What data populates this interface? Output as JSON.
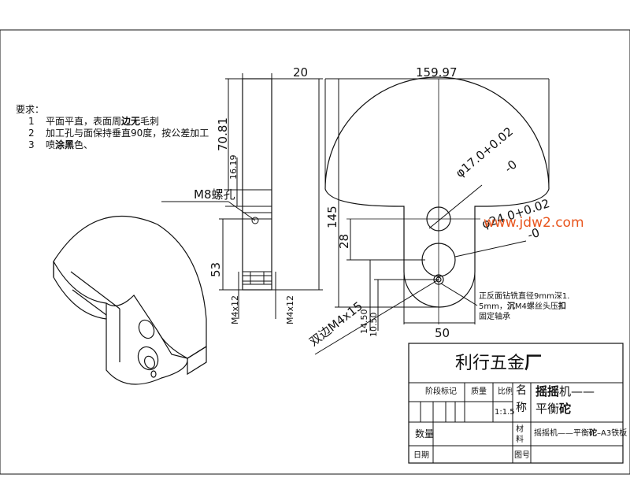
{
  "requirements": {
    "heading": "要求：",
    "items": [
      {
        "num": "1",
        "text_a": "平面平直，表面周",
        "text_b": "边无",
        "text_c": "毛刺"
      },
      {
        "num": "2",
        "text_a": "加工孔与面保持垂直90度，按公差加工",
        "text_b": "",
        "text_c": ""
      },
      {
        "num": "3",
        "text_a": "喷",
        "text_b": "涂黑",
        "text_c": "色、"
      }
    ]
  },
  "side_view": {
    "dim_width": "20",
    "dim_70": "70.81",
    "dim_16": "16.19",
    "hole_label": "M8螺孔",
    "dim_53": "53",
    "dim_m4_left": "M4x12",
    "dim_m4_right": "M4x12"
  },
  "front_view": {
    "dim_width": "159.97",
    "dim_height": "145",
    "dim_28": "28",
    "dim_50": "50",
    "dim_1450": "14.50",
    "dim_1050": "10.50",
    "dim_dia17": "φ17.0+0.02",
    "dim_dia17_tol": "-0",
    "dim_dia24": "φ24.0+0.02",
    "dim_dia24_tol": "-0",
    "side_note": "双边M4x15",
    "note_line1": "正反面钻铣直径9mm深1.",
    "note_line2a": "5mm，",
    "note_line2b": "沉",
    "note_line2c": "M4螺丝头压",
    "note_line2d": "扣",
    "note_line3": "固定轴承"
  },
  "watermark": "www.jdw2.com",
  "title_block": {
    "company": "利行五金",
    "company_suffix": "厂",
    "col_stage": "阶段标记",
    "col_weight": "质量",
    "col_scale": "比例",
    "name_label_1": "名",
    "name_label_2": "称",
    "part_name_1": "摇摇",
    "part_name_2": "机——",
    "part_name_3": "平衡",
    "part_name_4": "砣",
    "scale": "1:1.5",
    "qty_label": "数量",
    "material_label_1": "材",
    "material_label_2": "料",
    "material_a": "摇摇机——平衡",
    "material_b": "砣",
    "material_c": "–A3铁板",
    "date_label": "日期",
    "drawing_no_label": "图号"
  },
  "colors": {
    "line": "#111111",
    "watermark": "#e8541c"
  }
}
